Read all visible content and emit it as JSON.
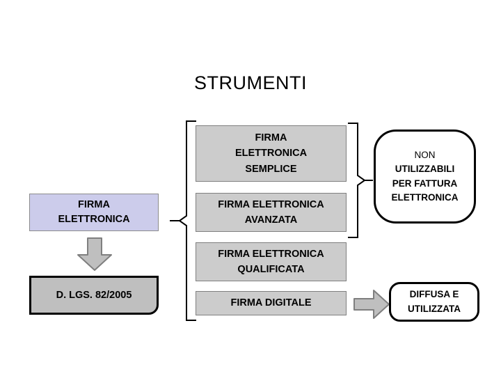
{
  "slide": {
    "title": "STRUMENTI",
    "background_color": "#FFFFFF"
  },
  "colors": {
    "lavender_fill": "#CCCCEB",
    "gray_fill": "#CCCCCC",
    "dark_gray_fill": "#BFBFBF",
    "arrow_fill": "#BFBFBF",
    "arrow_outline": "#7F7F7F",
    "border_black": "#000000",
    "border_gray": "#7F7F7F",
    "text_color": "#000000"
  },
  "left_column": {
    "root_box": {
      "label": "FIRMA\nELETTRONICA",
      "fill": "#CCCCEB"
    },
    "down_arrow": {
      "icon": "arrow-down-icon",
      "fill": "#BFBFBF"
    },
    "law_box": {
      "label": "D. LGS. 82/2005",
      "fill": "#BFBFBF"
    }
  },
  "center_column": {
    "items": [
      {
        "label": "FIRMA\nELETTRONICA\nSEMPLICE"
      },
      {
        "label": "FIRMA ELETTRONICA\nAVANZATA"
      },
      {
        "label": "FIRMA ELETTRONICA\nQUALIFICATA"
      },
      {
        "label": "FIRMA DIGITALE"
      }
    ]
  },
  "right_column": {
    "not_usable_box": {
      "line1": "NON",
      "line2": "UTILIZZABILI",
      "line3": "PER FATTURA",
      "line4": "ELETTRONICA"
    },
    "right_arrow": {
      "icon": "arrow-right-icon",
      "fill": "#BFBFBF"
    },
    "widespread_box": {
      "label": "DIFFUSA E\nUTILIZZATA"
    }
  },
  "braces": {
    "left_brace": {
      "icon": "left-brace-icon",
      "groups": "all four signature types"
    },
    "right_brace": {
      "icon": "right-brace-icon",
      "groups": "semplice and avanzata"
    }
  }
}
